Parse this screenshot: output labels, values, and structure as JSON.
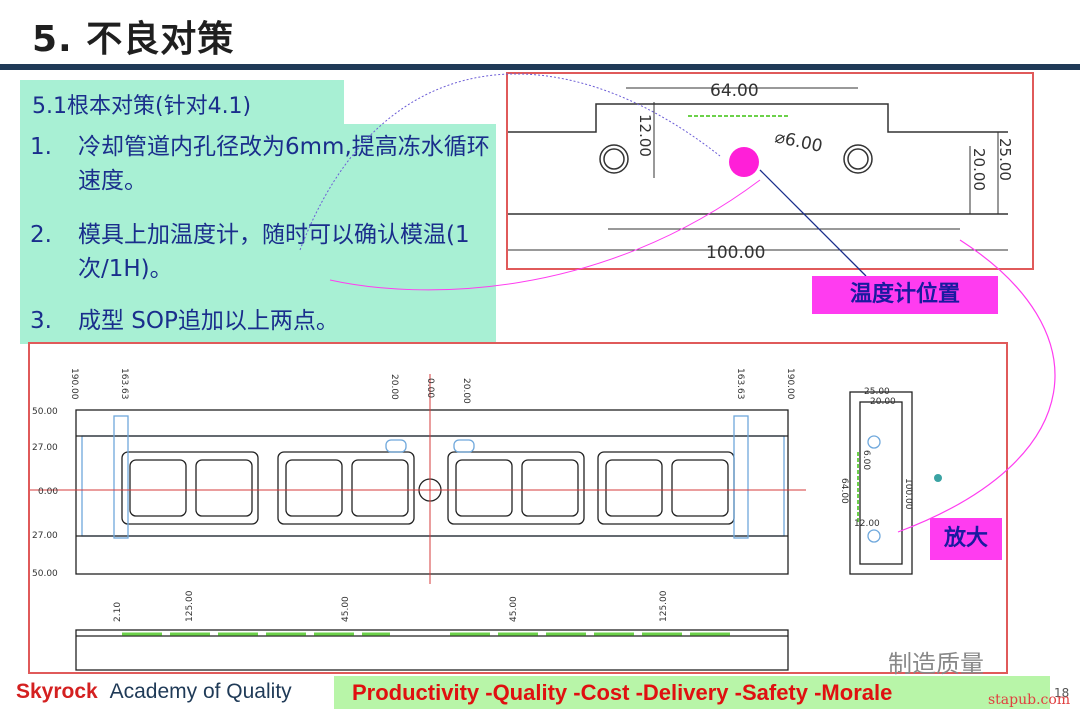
{
  "header": {
    "title": "5. 不良对策"
  },
  "section": {
    "title": "5.1根本对策(针对4.1)",
    "items": [
      {
        "num": "1.",
        "text": "冷却管道内孔径改为6mm,提高冻水循环速度。"
      },
      {
        "num": "2.",
        "text": "模具上加温度计，随时可以确认模温(1次/1H)。"
      },
      {
        "num": "3.",
        "text": "成型 SOP追加以上两点。"
      }
    ]
  },
  "top_drawing": {
    "dim_width": "64.00",
    "dim_total": "100.00",
    "dim_diameter": "⌀6.00",
    "dim_left": "12.00",
    "dim_right_outer": "25.00",
    "dim_right_inner": "20.00"
  },
  "callouts": {
    "thermometer": "温度计位置",
    "enlarge": "放大"
  },
  "main_drawing": {
    "left_dims": [
      "50.00",
      "27.00",
      "0.00",
      "27.00",
      "50.00"
    ],
    "top_dims": [
      "190.00",
      "163.63",
      "20.00",
      "0.00",
      "20.00",
      "163.63",
      "190.00"
    ],
    "bottom_dims": [
      "125.00",
      "45.00",
      "45.00",
      "125.00"
    ],
    "side_dims": [
      "25.00",
      "20.00",
      "64.00",
      "6.00",
      "12.00",
      "100.00"
    ],
    "small_dim": "2.10"
  },
  "footer": {
    "brand": "Skyrock",
    "academy": "Academy of Quality",
    "motto": "Productivity  -Quality  -Cost   -Delivery  -Safety  -Morale",
    "page": "18"
  },
  "watermark": {
    "text": "制造质量",
    "url": "stapub.com"
  },
  "colors": {
    "accent_blue": "#1a2e8c",
    "callout_magenta": "#ff3cf0",
    "green_bg": "#a8f0d4",
    "footer_green": "#b8f5a8",
    "brand_red": "#d42020"
  }
}
